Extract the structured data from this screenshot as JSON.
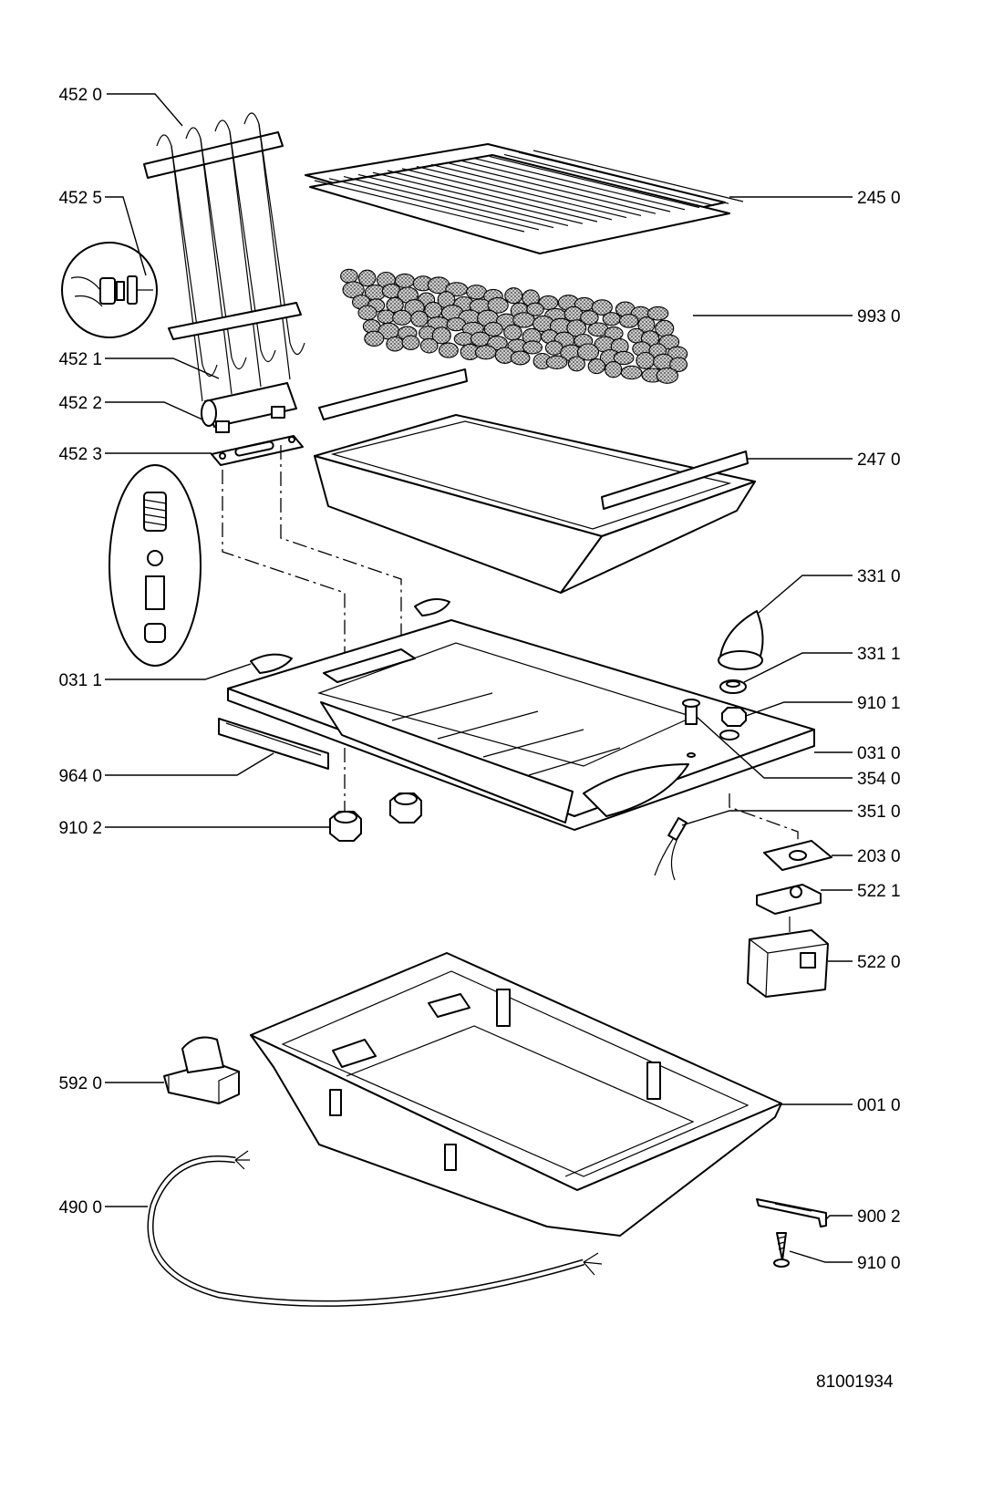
{
  "callouts": [
    {
      "id": "heating-element",
      "text": "452 0"
    },
    {
      "id": "grill-grid",
      "text": "245 0"
    },
    {
      "id": "terminal-screw",
      "text": "452 5"
    },
    {
      "id": "lava-stones",
      "text": "993 0"
    },
    {
      "id": "element-support",
      "text": "452 1"
    },
    {
      "id": "element-bracket",
      "text": "452 2"
    },
    {
      "id": "stone-tray",
      "text": "247 0"
    },
    {
      "id": "hinge-plate",
      "text": "452 3"
    },
    {
      "id": "control-knob",
      "text": "331 0"
    },
    {
      "id": "hob-top-cover",
      "text": "031 1"
    },
    {
      "id": "knob-bezel",
      "text": "331 1"
    },
    {
      "id": "knob-nut",
      "text": "910 1"
    },
    {
      "id": "hob-top",
      "text": "031 0"
    },
    {
      "id": "gasket",
      "text": "964 0"
    },
    {
      "id": "spacer-pin",
      "text": "354 0"
    },
    {
      "id": "hex-nut",
      "text": "910 2"
    },
    {
      "id": "indicator-lamp",
      "text": "351 0"
    },
    {
      "id": "switch-plate",
      "text": "203 0"
    },
    {
      "id": "switch-bracket",
      "text": "522 1"
    },
    {
      "id": "energy-regulator",
      "text": "522 0"
    },
    {
      "id": "terminal-block",
      "text": "592 0"
    },
    {
      "id": "housing-tray",
      "text": "001 0"
    },
    {
      "id": "power-cable",
      "text": "490 0"
    },
    {
      "id": "fixing-clip",
      "text": "900 2"
    },
    {
      "id": "fixing-screw",
      "text": "910 0"
    }
  ],
  "drawing_number": "81001934"
}
